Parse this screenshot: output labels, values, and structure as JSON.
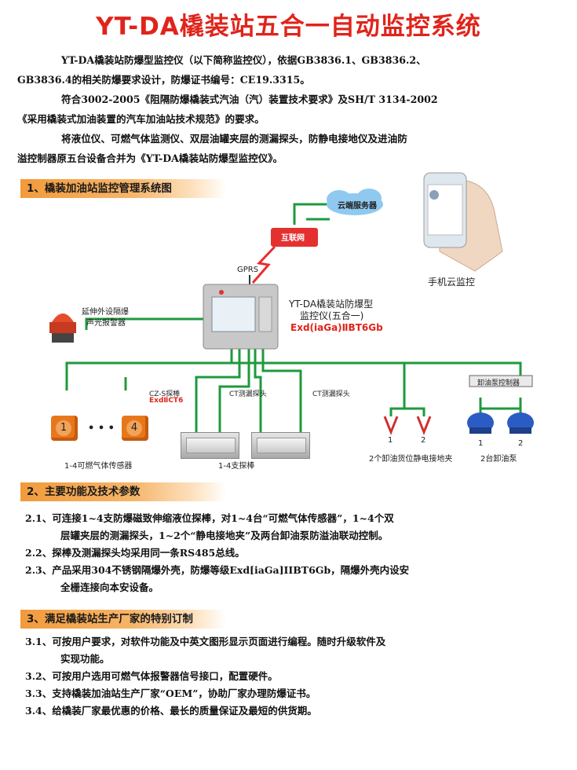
{
  "title": "YT-DA橇装站五合一自动监控系统",
  "intro_lines": [
    "YT-DA橇装站防爆型监控仪（以下简称监控仪），依据GB3836.1、GB3836.2、",
    "GB3836.4的相关防爆要求设计，防爆证书编号：CE19.3315。",
    "符合3002-2005《阻隔防爆橇装式汽油（汽）装置技术要求》及SH/T 3134-2002",
    "《采用橇装式加油装置的汽车加油站技术规范》的要求。",
    "将液位仪、可燃气体监测仪、双层油罐夹层的测漏探头，防静电接地仪及进油防",
    "溢控制器原五台设备合并为《YT-DA橇装站防爆型监控仪》。"
  ],
  "sections": {
    "s1": "1、橇装加油站监控管理系统图",
    "s2": "2、主要功能及技术参数",
    "s3": "3、满足橇装站生产厂家的特别订制"
  },
  "diagram": {
    "cloud_label": "云端服务器",
    "internet_label": "互联网",
    "gprs_label": "GPRS",
    "phone_label": "手机云监控",
    "alarm_label_1": "延伸外设隔爆",
    "alarm_label_2": "声光报警器",
    "device_line_1": "YT-DA橇装站防爆型",
    "device_line_2": "监控仪(五合一)",
    "device_rating": "Exd(iaGa)ⅡBT6Gb",
    "probe_tag_cz": "CZ-S探棒",
    "probe_tag_cz_rating": "ExdⅡCT6",
    "probe_tag_ct1": "CT测漏探头",
    "probe_tag_ct2": "CT测漏探头",
    "pump_controller": "卸油泵控制器",
    "sensor_1": "1",
    "sensor_4": "4",
    "sensor_dots": "• • •",
    "sensors_caption": "1-4可燃气体传感器",
    "probes_caption": "1-4支探棒",
    "clamp_1": "1",
    "clamp_2": "2",
    "clamps_caption": "2个卸油货位静电接地夹",
    "pump_1": "1",
    "pump_2": "2",
    "pumps_caption": "2台卸油泵"
  },
  "section2_items": [
    {
      "text": "2.1、可连接1~4支防爆磁致伸缩液位探棒，对1~4台“可燃气体传感器”，1~4个双",
      "indent": false
    },
    {
      "text": "层罐夹层的测漏探头，1~2个“静电接地夹”及两台卸油泵防溢油联动控制。",
      "indent": true
    },
    {
      "text": "2.2、探棒及测漏探头均采用同一条RS485总线。",
      "indent": false
    },
    {
      "text": "2.3、产品采用304不锈钢隔爆外壳，防爆等级Exd[iaGa]IIBT6Gb，隔爆外壳内设安",
      "indent": false
    },
    {
      "text": "全栅连接向本安设备。",
      "indent": true
    }
  ],
  "section3_items": [
    {
      "text": "3.1、可按用户要求，对软件功能及中英文图形显示页面进行编程。随时升级软件及",
      "indent": false
    },
    {
      "text": "实现功能。",
      "indent": true
    },
    {
      "text": "3.2、可按用户选用可燃气体报警器信号接口，配置硬件。",
      "indent": false
    },
    {
      "text": "3.3、支持橇装加油站生产厂家“OEM”，协助厂家办理防爆证书。",
      "indent": false
    },
    {
      "text": "3.4、给橇装厂家最优惠的价格、最长的质量保证及最短的供货期。",
      "indent": false
    }
  ],
  "colors": {
    "title_red": "#e0241b",
    "section_orange": "#f29a3b",
    "wire_green": "#1e9a3c",
    "internet_red": "#e53030",
    "cloud_blue": "#8fc9ef",
    "device_silver": "#c8c8c8",
    "pump_blue": "#2b5cc4"
  }
}
